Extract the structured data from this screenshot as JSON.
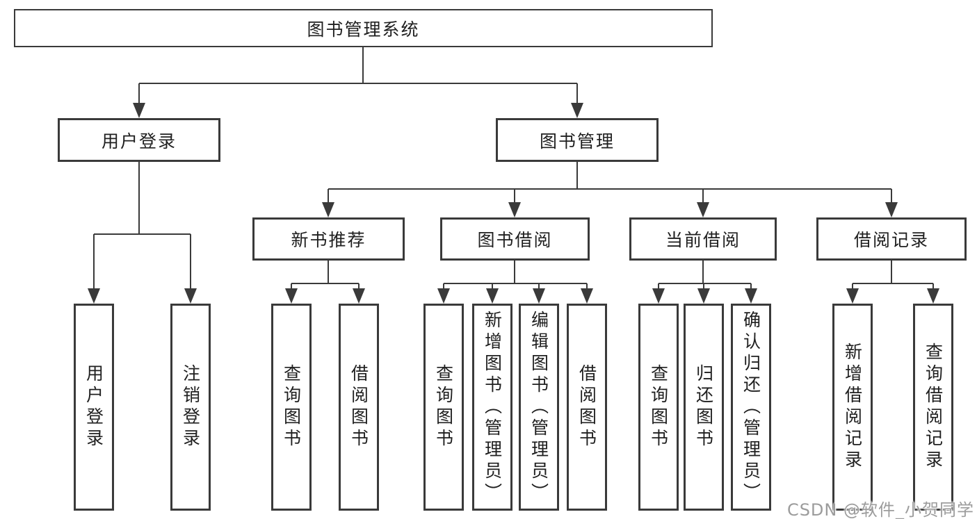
{
  "tree": {
    "root": {
      "label": "图书管理系统"
    },
    "branches": [
      {
        "label": "用户登录",
        "children": [
          {
            "label": "用户登录"
          },
          {
            "label": "注销登录"
          }
        ]
      },
      {
        "label": "图书管理",
        "children": [
          {
            "label": "新书推荐",
            "children": [
              {
                "label": "查询图书"
              },
              {
                "label": "借阅图书"
              }
            ]
          },
          {
            "label": "图书借阅",
            "children": [
              {
                "label": "查询图书"
              },
              {
                "label": "新增图书（管理员）"
              },
              {
                "label": "编辑图书（管理员）"
              },
              {
                "label": "借阅图书"
              }
            ]
          },
          {
            "label": "当前借阅",
            "children": [
              {
                "label": "查询图书"
              },
              {
                "label": "归还图书"
              },
              {
                "label": "确认归还（管理员）"
              }
            ]
          },
          {
            "label": "借阅记录",
            "children": [
              {
                "label": "新增借阅记录"
              },
              {
                "label": "查询借阅记录"
              }
            ]
          }
        ]
      }
    ]
  },
  "watermark": "CSDN @软件_小贺同学",
  "colors": {
    "line": "#3a3a3a",
    "text": "#1f1f1f",
    "background": "#ffffff",
    "watermark": "#9c9c9c"
  }
}
